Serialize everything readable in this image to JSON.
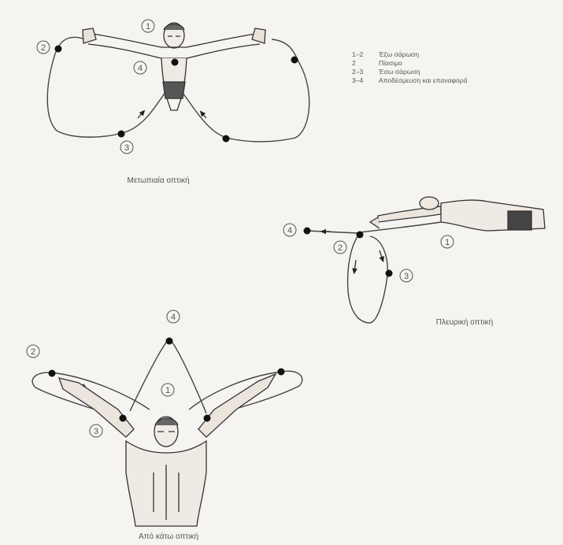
{
  "legend": [
    {
      "key": "1–2",
      "text": "Έξω σάρωση"
    },
    {
      "key": "2",
      "text": "Πίασιμο"
    },
    {
      "key": "2–3",
      "text": "Έσω σάρωση"
    },
    {
      "key": "3–4",
      "text": "Αποδέσμευση και επαναφορά"
    }
  ],
  "views": {
    "front": "Μετωπιαία οπτική",
    "side": "Πλευρική οπτική",
    "bottom": "Από κάτω οπτική"
  },
  "markers": {
    "front": [
      "1",
      "2",
      "3",
      "4"
    ],
    "side": [
      "1",
      "2",
      "3",
      "4"
    ],
    "bottom": [
      "1",
      "2",
      "3",
      "4"
    ]
  },
  "colors": {
    "background": "#f6f4f1",
    "ink": "#333333",
    "point": "#111111"
  }
}
